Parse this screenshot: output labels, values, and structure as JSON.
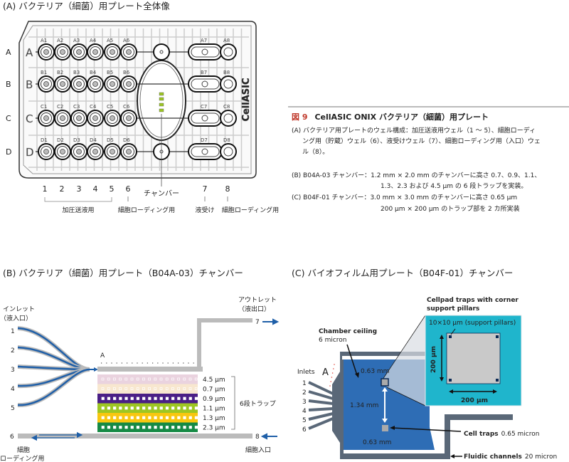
{
  "panel_a": {
    "title": "(A) バクテリア（細菌）用プレート全体像",
    "rows": [
      "A",
      "B",
      "C",
      "D"
    ],
    "well_cols": [
      "1",
      "2",
      "3",
      "4",
      "5",
      "6"
    ],
    "col7": "7",
    "col8": "8",
    "brand": "CellASIC",
    "numbers": [
      "1",
      "2",
      "3",
      "4",
      "5",
      "6"
    ],
    "chamber_label": "チャンバー",
    "num7": "7",
    "num8": "8",
    "label_pressure": "加圧送液用",
    "label_cell_loading_6": "細胞ローディング用",
    "label_waste": "液受け",
    "label_cell_loading_8": "細胞ローディング用"
  },
  "caption": {
    "fig_no": "図 9",
    "title": "CellASIC ONIX バクテリア（細菌）用プレート",
    "a_line1": "(A) バクテリア用プレートのウェル構成：加圧送液用ウェル（1 ～ 5）、細胞ローディ",
    "a_line2": "ング用（貯蔵）ウェル（6）、液受けウェル（7）、細胞ローディング用（入口）ウェ",
    "a_line3": "ル（8）。",
    "b_line1": "(B) B04A-03 チャンバー：1.2 mm × 2.0 mm のチャンバーに高さ 0.7、0.9、1.1、",
    "b_line2": "1.3、2.3 および 4.5 µm の 6 段トラップを実装。",
    "c_line1": "(C) B04F-01 チャンバー：3.0 mm × 3.0 mm のチャンバーに高さ 0.65 µm",
    "c_line2": "200 µm × 200 µm のトラップ部を 2 カ所実装"
  },
  "panel_b": {
    "title": "(B) バクテリア（細菌）用プレート（B04A-03）チャンバー",
    "inlet_1": "インレット",
    "inlet_2": "（液入口）",
    "outlet_1": "アウトレット",
    "outlet_2": "（液出口）",
    "inlets": [
      "1",
      "2",
      "3",
      "4",
      "5"
    ],
    "point_a": "A",
    "traps": [
      {
        "label": "4.5 µm",
        "color": "#ead3df"
      },
      {
        "label": "0.7 µm",
        "color": "#f8e7cf"
      },
      {
        "label": "0.9 µm",
        "color": "#4a1f86"
      },
      {
        "label": "1.1 µm",
        "color": "#9dc623"
      },
      {
        "label": "1.3 µm",
        "color": "#f8c70f"
      },
      {
        "label": "2.3 µm",
        "color": "#168a45"
      }
    ],
    "trap_group": "6段トラップ",
    "port6": "6",
    "port7": "7",
    "port8": "8",
    "cell_loading_1": "細胞",
    "cell_loading_2": "ローディング用",
    "cell_inlet": "細胞入口",
    "arrow_color": "#1f5fa8"
  },
  "panel_c": {
    "title": "(C) バイオフィルム用プレート（B04F-01）チャンバー",
    "cellpad_1": "Cellpad traps with corner",
    "cellpad_2": "support pillars",
    "pillars": "10×10 µm (support pillars)",
    "ceiling": "Chamber ceiling",
    "ceiling_val": "6 micron",
    "inlets": "Inlets",
    "inlet_nums": [
      "1",
      "2",
      "3",
      "4",
      "5",
      "6"
    ],
    "point_a": "A",
    "dist_top": "0.63 mm",
    "dist_mid": "1.34 mm",
    "dist_bottom": "0.63 mm",
    "size_v": "200 µm",
    "size_h": "200 µm",
    "cell_traps": "Cell traps",
    "cell_traps_val": "0.65 micron",
    "fluidic": "Fluidic channels",
    "fluidic_val": "20 micron",
    "chamber_color": "#2e6db5",
    "inset_color": "#1fb5cc"
  }
}
